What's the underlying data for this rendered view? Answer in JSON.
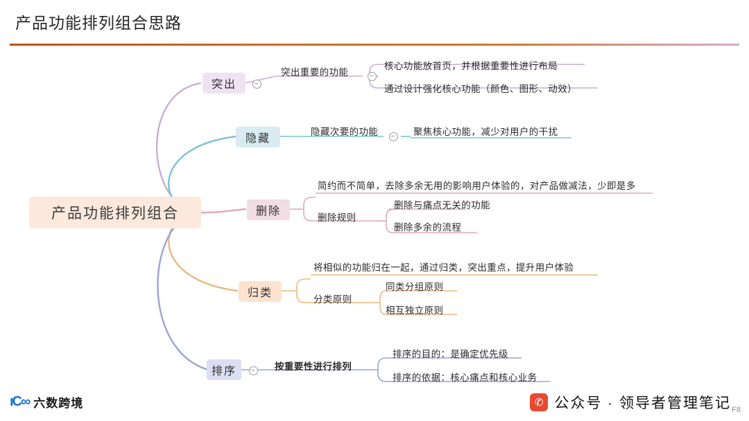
{
  "header": {
    "title": "产品功能排列组合思路"
  },
  "mindmap": {
    "root": "产品功能排列组合",
    "branches": [
      {
        "id": "tuchu",
        "label": "突出",
        "color": "#efe2f2",
        "level2": [
          {
            "label": "突出重要的功能",
            "level3": [
              "核心功能放首页，并根据重要性进行布局",
              "通过设计强化核心功能（颜色、图形、动效）"
            ]
          }
        ]
      },
      {
        "id": "yincang",
        "label": "隐藏",
        "color": "#d8ecf2",
        "level2": [
          {
            "label": "隐藏次要的功能",
            "level3": [
              "聚焦核心功能，减少对用户的干扰"
            ]
          }
        ]
      },
      {
        "id": "shanchu",
        "label": "删除",
        "color": "#f1dde3",
        "level2": [
          {
            "label": "简约而不简单，去除多余无用的影响用户体验的，对产品做减法，少即是多",
            "level3": []
          },
          {
            "label": "删除规则",
            "level3": [
              "删除与痛点无关的功能",
              "删除多余的流程"
            ]
          }
        ]
      },
      {
        "id": "guilei",
        "label": "归类",
        "color": "#fbe3cf",
        "level2": [
          {
            "label": "将相似的功能归在一起，通过归类，突出重点，提升用户体验",
            "level3": []
          },
          {
            "label": "分类原则",
            "level3": [
              "同类分组原则",
              "相互独立原则"
            ]
          }
        ]
      },
      {
        "id": "paixu",
        "label": "排序",
        "color": "#dcdef2",
        "level2": [
          {
            "label": "按重要性进行排列",
            "level3": [
              "排序的目的：是确定优先级",
              "排序的依据：核心痛点和核心业务"
            ]
          }
        ]
      }
    ]
  },
  "footer": {
    "logo_mark": "ıC∞",
    "logo_text": "六数跨境",
    "wechat_icon": "wechat-icon",
    "brand": "公众号 · 领导者管理笔记",
    "page_number": "F8"
  }
}
